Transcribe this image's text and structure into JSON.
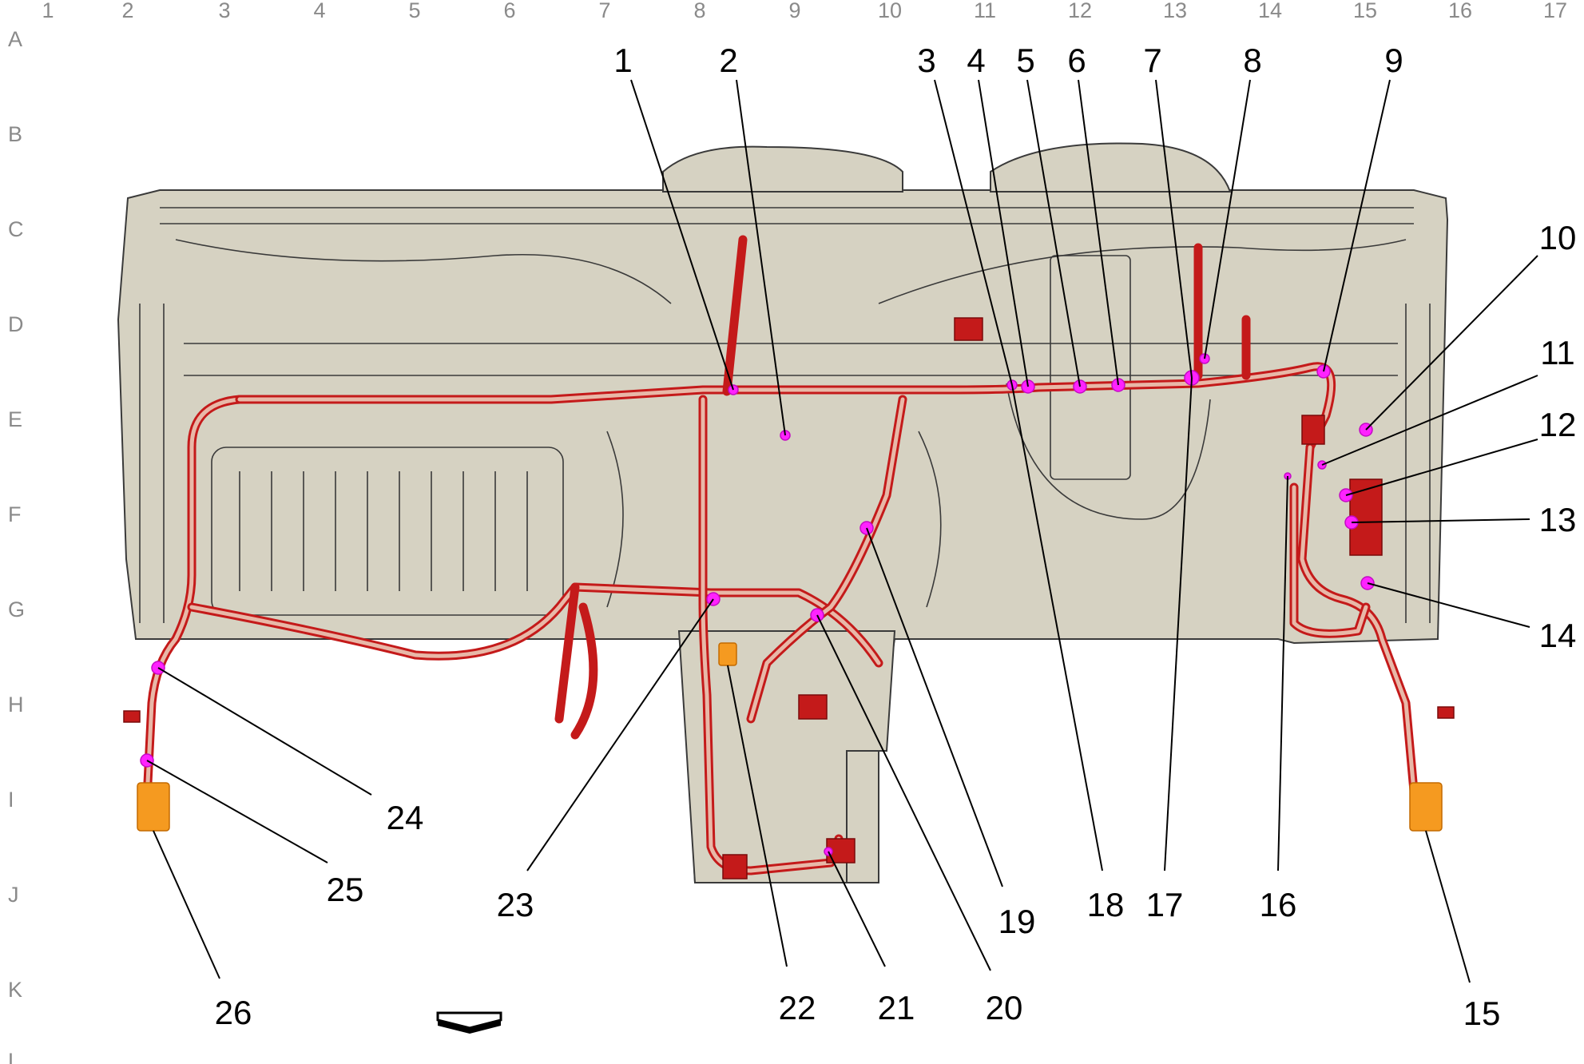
{
  "grid": {
    "columns": [
      "1",
      "2",
      "3",
      "4",
      "5",
      "6",
      "7",
      "8",
      "9",
      "10",
      "11",
      "12",
      "13",
      "14",
      "15",
      "16",
      "17"
    ],
    "rows": [
      "A",
      "B",
      "C",
      "D",
      "E",
      "F",
      "G",
      "H",
      "I",
      "J",
      "K",
      "L"
    ]
  },
  "callouts": [
    "1",
    "2",
    "3",
    "4",
    "5",
    "6",
    "7",
    "8",
    "9",
    "10",
    "11",
    "12",
    "13",
    "14",
    "15",
    "16",
    "17",
    "18",
    "19",
    "20",
    "21",
    "22",
    "23",
    "24",
    "25",
    "26"
  ],
  "colors": {
    "harness": "#c41a1a",
    "panel": "#d6d2c2",
    "point": "#ff22ff",
    "connector_orange": "#f59a20",
    "grid_label": "#8a8a8a"
  },
  "icons": [
    "front-direction-arrow-icon"
  ]
}
